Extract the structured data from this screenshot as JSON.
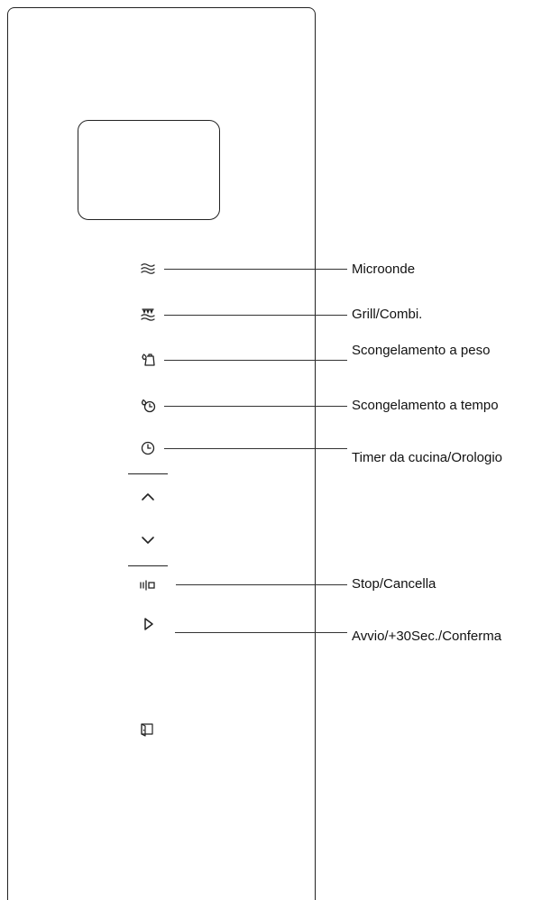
{
  "controls": [
    {
      "id": "microwave",
      "icon": "microwave-waves-icon",
      "label": "Microonde"
    },
    {
      "id": "grill",
      "icon": "grill-combi-icon",
      "label": "Grill/Combi."
    },
    {
      "id": "defrost-weight",
      "icon": "defrost-weight-icon",
      "label": "Scongelamento a peso"
    },
    {
      "id": "defrost-time",
      "icon": "defrost-time-icon",
      "label": "Scongelamento a tempo"
    },
    {
      "id": "timer-clock",
      "icon": "clock-icon",
      "label": "Timer da cucina/Orologio"
    },
    {
      "id": "up",
      "icon": "chevron-up-icon",
      "label": ""
    },
    {
      "id": "down",
      "icon": "chevron-down-icon",
      "label": ""
    },
    {
      "id": "stop-cancel",
      "icon": "stop-cancel-icon",
      "label": "Stop/Cancella"
    },
    {
      "id": "start",
      "icon": "play-icon",
      "label": "Avvio/+30Sec./Conferma"
    },
    {
      "id": "door",
      "icon": "door-open-icon",
      "label": ""
    }
  ]
}
